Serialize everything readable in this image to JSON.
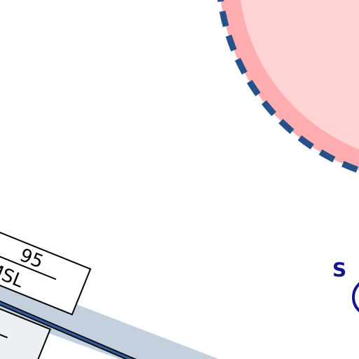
{
  "airspace": {
    "fill_color": "#ffd3d3",
    "ring_color": "#ffadb0",
    "boundary_color": "#26518a"
  },
  "airway": {
    "band_color": "#c3d1df",
    "line_color": "#2e5fa7"
  },
  "altitude_box": {
    "top_value": "95",
    "bottom_value": "MSL",
    "background": "#ebf0f5"
  },
  "symbol": {
    "letter": "S",
    "color": "#14148c"
  }
}
